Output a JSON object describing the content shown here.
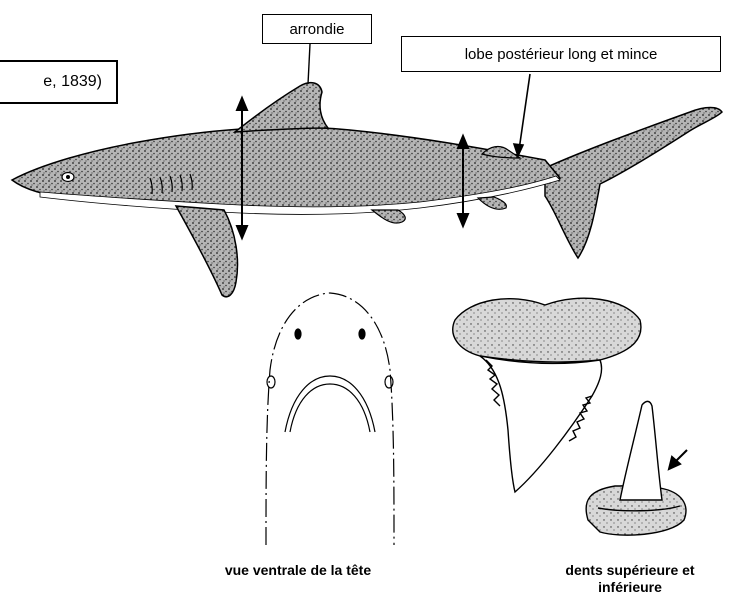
{
  "labels": {
    "species_author": "e, 1839)",
    "dorsal_fin_note": "arrondie",
    "caudal_lobe_note": "lobe postérieur long et mince"
  },
  "captions": {
    "head_view": "vue ventrale de la tête",
    "teeth_line1": "dents supérieure et",
    "teeth_line2": "inférieure"
  },
  "colors": {
    "ink": "#000000",
    "body_fill": "#8c8c8c",
    "belly_fill": "#ffffff"
  }
}
